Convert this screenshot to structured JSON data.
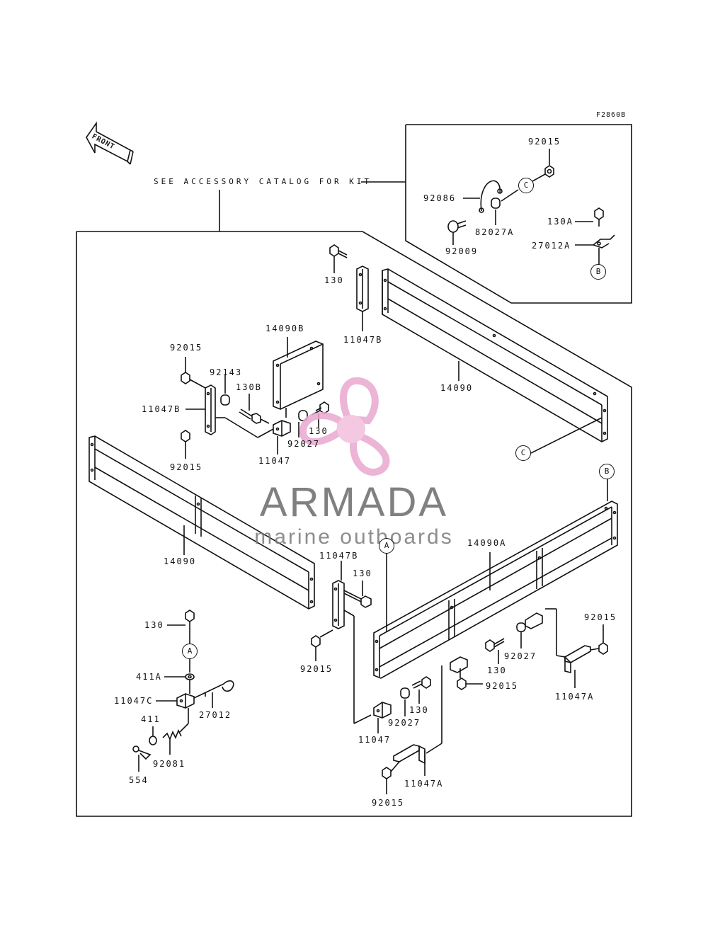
{
  "figure_code": "F2860B",
  "kit_note": "SEE ACCESSORY CATALOG FOR KIT",
  "front_label": "FRONT",
  "watermark": {
    "title": "ARMADA",
    "subtitle": "marine outboards",
    "logo_color": "#e9a8cf",
    "logo_core": "#f3bfdc"
  },
  "callouts": {
    "A": "A",
    "B": "B",
    "C": "C"
  },
  "parts": {
    "p92015_inset": "92015",
    "p92086": "92086",
    "p82027A": "82027A",
    "p92009": "92009",
    "p130A": "130A",
    "p27012A": "27012A",
    "p130_top": "130",
    "p11047B_top": "11047B",
    "p14090B": "14090B",
    "p92015_a": "92015",
    "p92143": "92143",
    "p130B": "130B",
    "p11047B_left": "11047B",
    "p130_mid": "130",
    "p92027_mid": "92027",
    "p92015_b": "92015",
    "p11047_mid": "11047",
    "p14090_right": "14090",
    "p14090_left": "14090",
    "p11047B_lower": "11047B",
    "p130_lower": "130",
    "p14090A": "14090A",
    "p92015_c": "92015",
    "p130_a": "130",
    "p411A": "411A",
    "p11047C": "11047C",
    "p27012": "27012",
    "p411": "411",
    "p92081": "92081",
    "p554": "554",
    "p92015_d": "92015",
    "p11047A_right": "11047A",
    "p92027_right": "92027",
    "p130_right": "130",
    "p92015_e": "92015",
    "p130_bot": "130",
    "p92027_bot": "92027",
    "p11047_bot": "11047",
    "p11047A_bot": "11047A",
    "p92015_f": "92015"
  }
}
